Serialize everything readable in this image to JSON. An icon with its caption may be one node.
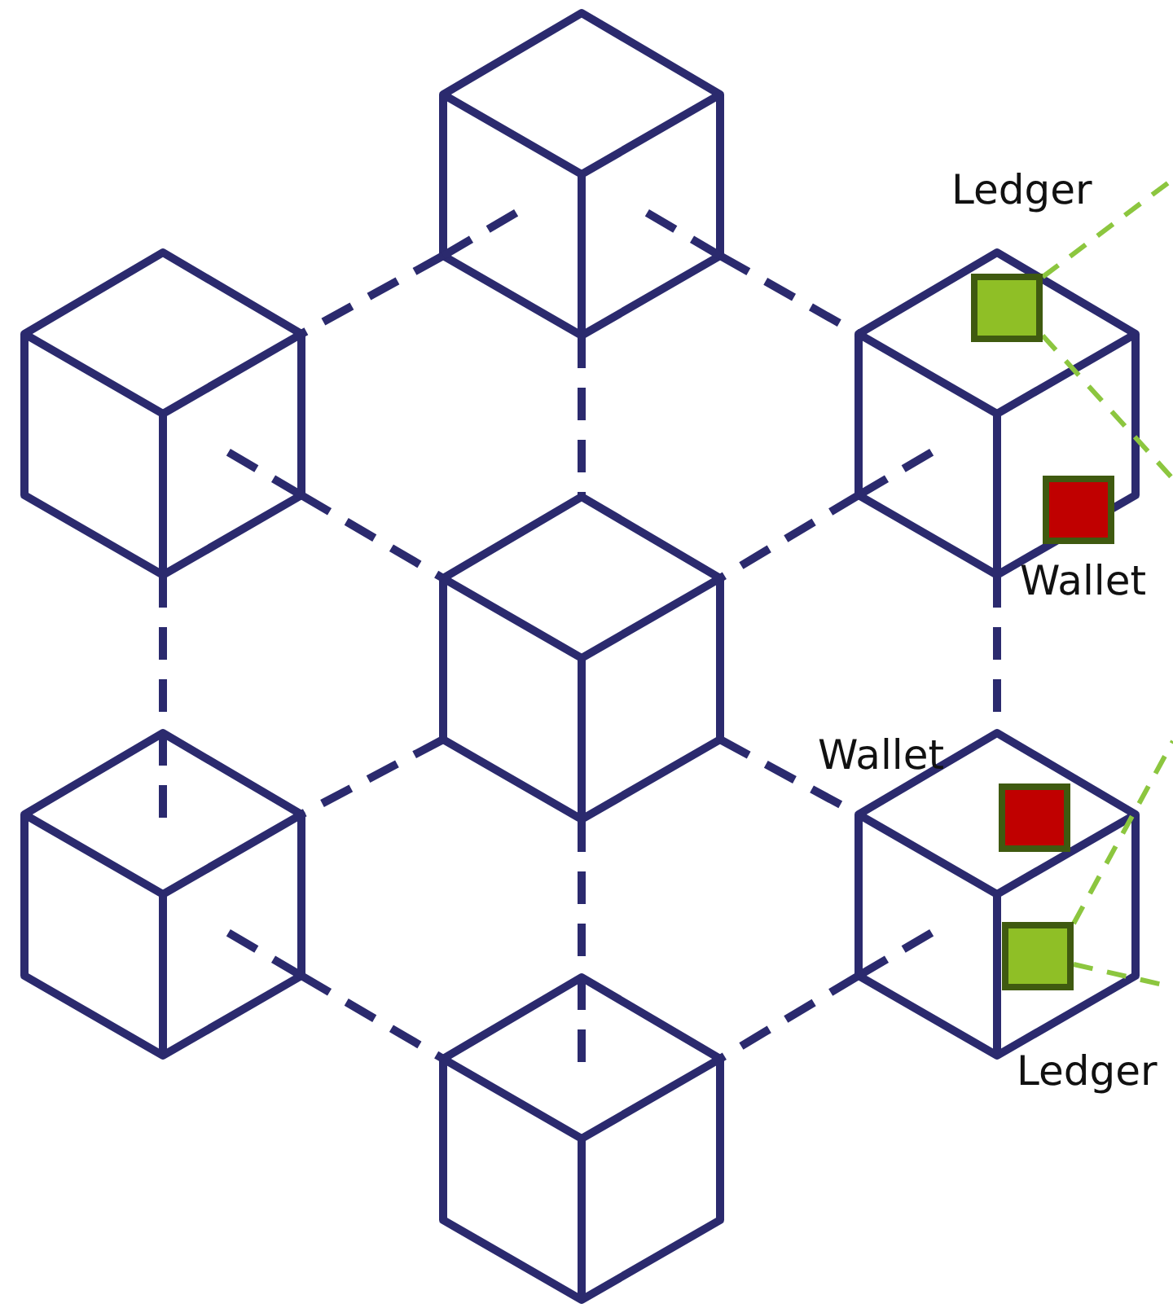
{
  "diagram": {
    "nodes": [
      {
        "text": [],
        "shape": "cube"
      },
      {
        "text": [],
        "shape": "cube"
      },
      {
        "text": [],
        "shape": "cube"
      },
      {
        "text": [
          "Ledger"
        ],
        "in": 2
      },
      {
        "text": [
          "Wallet"
        ],
        "in": 2
      },
      {
        "text": [],
        "shape": "cube"
      },
      {
        "text": [],
        "shape": "cube"
      },
      {
        "text": [],
        "shape": "cube"
      },
      {
        "text": [
          "Wallet"
        ],
        "in": 7
      },
      {
        "text": [
          "Ledger"
        ],
        "in": 7
      },
      {
        "text": [],
        "shape": "cube"
      }
    ],
    "edges": [
      {
        "from": 0,
        "to": 1,
        "arrow": "none",
        "style": "dashed"
      },
      {
        "from": 0,
        "to": 2,
        "arrow": "none",
        "style": "dashed"
      },
      {
        "from": 0,
        "to": 5,
        "arrow": "none",
        "style": "dashed"
      },
      {
        "from": 1,
        "to": 5,
        "arrow": "none",
        "style": "dashed"
      },
      {
        "from": 2,
        "to": 5,
        "arrow": "none",
        "style": "dashed"
      },
      {
        "from": 1,
        "to": 6,
        "arrow": "none",
        "style": "dashed"
      },
      {
        "from": 2,
        "to": 7,
        "arrow": "none",
        "style": "dashed"
      },
      {
        "from": 5,
        "to": 6,
        "arrow": "none",
        "style": "dashed"
      },
      {
        "from": 5,
        "to": 7,
        "arrow": "none",
        "style": "dashed"
      },
      {
        "from": 5,
        "to": 10,
        "arrow": "none",
        "style": "dashed"
      },
      {
        "from": 6,
        "to": 10,
        "arrow": "none",
        "style": "dashed"
      },
      {
        "from": 7,
        "to": 10,
        "arrow": "none",
        "style": "dashed"
      },
      {
        "from": 3,
        "to": null,
        "arrow": "none",
        "style": "dashed",
        "color": "#8cc63f"
      },
      {
        "from": 3,
        "to": null,
        "arrow": "none",
        "style": "dashed",
        "color": "#8cc63f"
      },
      {
        "from": 9,
        "to": null,
        "arrow": "none",
        "style": "dashed",
        "color": "#8cc63f"
      },
      {
        "from": 9,
        "to": null,
        "arrow": "none",
        "style": "dashed",
        "color": "#8cc63f"
      }
    ]
  }
}
